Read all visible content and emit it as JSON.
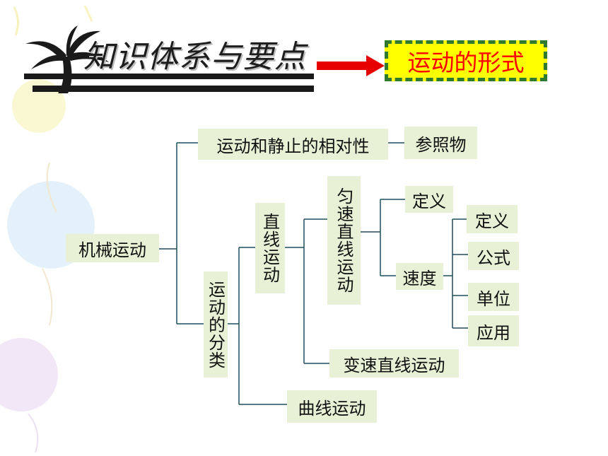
{
  "header": {
    "title": "知识体系与要点",
    "topic": "运动的形式"
  },
  "colors": {
    "topic_bg": "#ffff00",
    "topic_text": "#ff0000",
    "topic_border": "#2f7a2f",
    "arrow": "#e60000",
    "node_bg": "#e8f1d6",
    "line": "#1f4f5a"
  },
  "tree": {
    "root": "机械运动",
    "relativity": "运动和静止的相对性",
    "reference": "参照物",
    "classification": "运动的分类",
    "straight": "直线运动",
    "uniform": "匀速直线运动",
    "definition": "定义",
    "speed": "速度",
    "speed_definition": "定义",
    "speed_formula": "公式",
    "speed_unit": "单位",
    "speed_application": "应用",
    "variable": "变速直线运动",
    "curve": "曲线运动"
  }
}
